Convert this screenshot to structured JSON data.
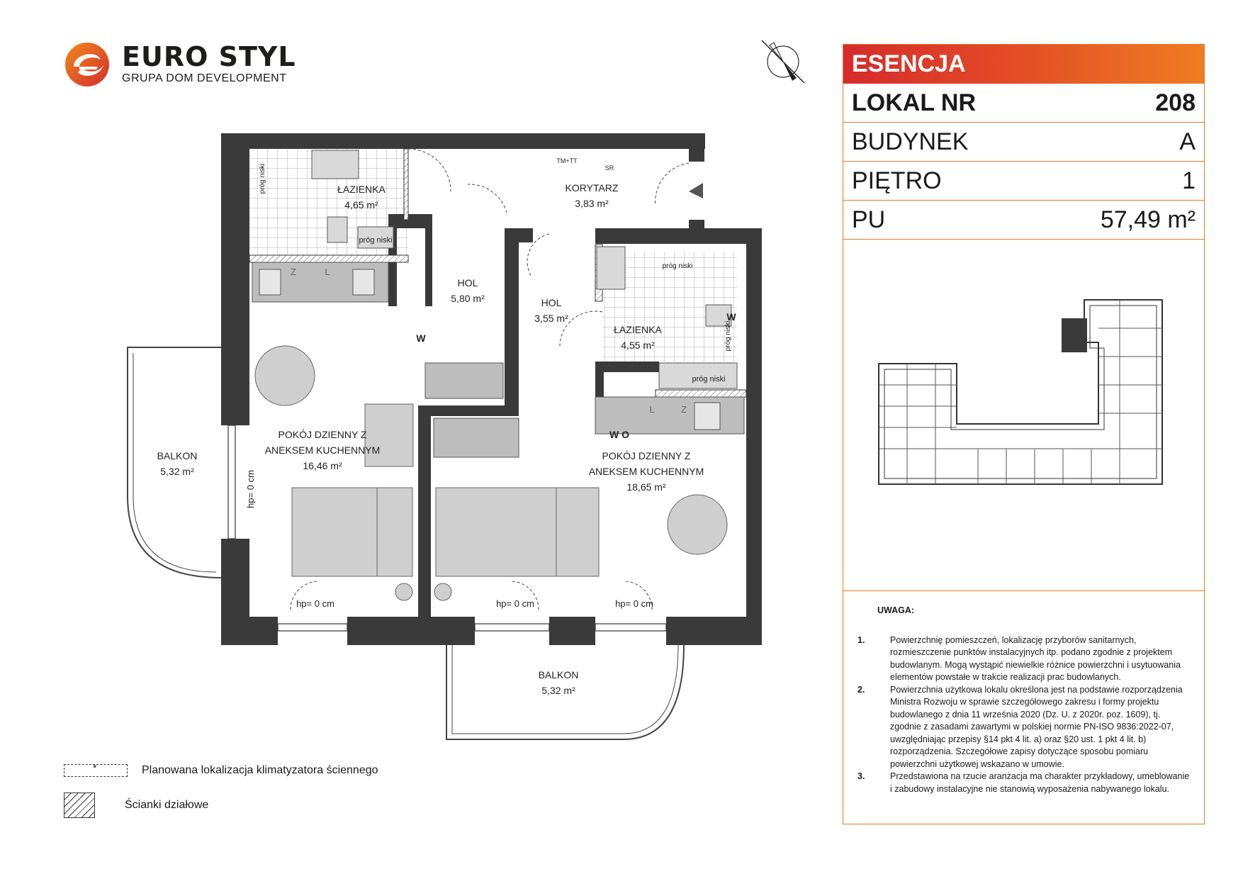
{
  "brand": {
    "name": "EURO STYL",
    "subtitle": "GRUPA DOM DEVELOPMENT",
    "colors": {
      "red": "#d52b2b",
      "orange": "#ee7d22"
    }
  },
  "panel": {
    "investment": "ESENCJA",
    "rows": [
      {
        "label": "LOKAL NR",
        "value": "208"
      },
      {
        "label": "BUDYNEK",
        "value": "A"
      },
      {
        "label": "PIĘTRO",
        "value": "1"
      },
      {
        "label": "PU",
        "value": "57,49 m²"
      }
    ]
  },
  "notes": {
    "title": "UWAGA:",
    "items": [
      {
        "num": "1.",
        "text": "Powierzchnię pomieszczeń, lokalizację przyborów sanitarnych, rozmieszczenie punktów instalacyjnych itp. podano zgodnie z projektem budowlanym. Mogą wystąpić niewielkie różnice powierzchni i usytuowania elementów powstałe w trakcie realizacji prac budowlanych."
      },
      {
        "num": "2.",
        "text": "Powierzchnia użytkowa lokalu określona jest na podstawie rozporządzenia Ministra Rozwoju w sprawie szczegółowego zakresu i formy projektu budowlanego z dnia 11 września 2020 (Dz. U. z 2020r. poz. 1609), tj. zgodnie z zasadami zawartymi w polskiej normie PN-ISO 9836:2022-07, uwzględniając przepisy §14 pkt 4 lit. a) oraz §20 ust. 1 pkt 4 lit. b) rozporządzenia. Szczegółowe zapisy dotyczące sposobu pomiaru powierzchni użytkowej wskazano w umowie."
      },
      {
        "num": "3.",
        "text": "Przedstawiona na rzucie aranżacja ma charakter przykładowy, umeblowanie i zabudowy instalacyjne nie stanowią wyposażenia nabywanego lokalu."
      }
    ]
  },
  "rooms": {
    "bath1": {
      "name": "ŁAZIENKA",
      "area": "4,65 m²"
    },
    "corridor": {
      "name": "KORYTARZ",
      "area": "3,83 m²"
    },
    "hol1": {
      "name": "HOL",
      "area": "5,80 m²"
    },
    "hol2": {
      "name": "HOL",
      "area": "3,55 m²"
    },
    "bath2": {
      "name": "ŁAZIENKA",
      "area": "4,55 m²"
    },
    "living1": {
      "name1": "POKÓJ DZIENNY Z",
      "name2": "ANEKSEM KUCHENNYM",
      "area": "16,46 m²"
    },
    "living2": {
      "name1": "POKÓJ DZIENNY Z",
      "name2": "ANEKSEM KUCHENNYM",
      "area": "18,65 m²"
    },
    "balcony1": {
      "name": "BALKON",
      "area": "5,32 m²"
    },
    "balcony2": {
      "name": "BALKON",
      "area": "5,32 m²"
    }
  },
  "plan_labels": {
    "threshold": "próg niski",
    "tmtt": "TM+TT",
    "sr": "SR",
    "w": "W",
    "wo": "W O",
    "hp0": "hp= 0 cm",
    "z": "Z",
    "l": "L"
  },
  "legend": {
    "ac_symbol": "*",
    "ac_label": "Planowana lokalizacja klimatyzatora ściennego",
    "wall_label": "Ścianki działowe"
  }
}
